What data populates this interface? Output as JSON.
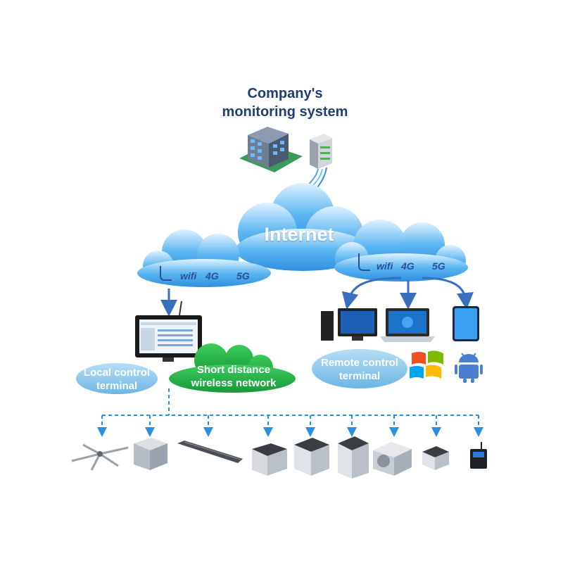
{
  "title": {
    "line1": "Company's",
    "line2": "monitoring system"
  },
  "internet": {
    "label": "Internet"
  },
  "left_cloud": {
    "wifi": "wifi",
    "g4": "4G",
    "g5": "5G"
  },
  "right_cloud": {
    "wifi": "wifi",
    "g4": "4G",
    "g5": "5G"
  },
  "local_terminal": {
    "line1": "Local control",
    "line2": "terminal"
  },
  "short_network": {
    "line1": "Short distance",
    "line2": "wireless network"
  },
  "remote_terminal": {
    "line1": "Remote control",
    "line2": "terminal"
  },
  "devices": [
    "ceiling-fan",
    "air-cooler",
    "tube-heater",
    "cooler-unit",
    "cooler-unit",
    "cooler-unit",
    "exhaust-fan",
    "small-cooler",
    "controller-box"
  ],
  "colors": {
    "cloud": "#4aa8ec",
    "cloud_light": "#bfe4fb",
    "arrow": "#3a6fc0",
    "dashed": "#2b8fe0",
    "green": "#20a843",
    "ellipse": "#8ec9ee",
    "title": "#1f3f73"
  }
}
